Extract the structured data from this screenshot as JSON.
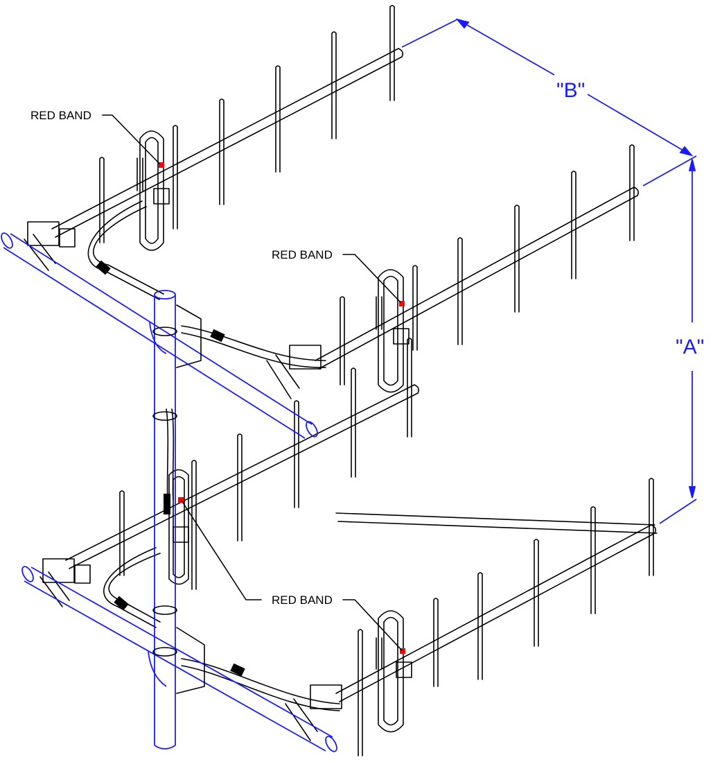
{
  "labels": {
    "red_band_upper_left": "RED BAND",
    "red_band_upper_right": "RED BAND",
    "red_band_lower": "RED BAND"
  },
  "dimensions": {
    "a": "\"A\"",
    "b": "\"B\""
  },
  "colors": {
    "line": "#000000",
    "mount_pipe": "#1a1aff",
    "dimension": "#1a1aff",
    "red_band": "#ff0000"
  }
}
